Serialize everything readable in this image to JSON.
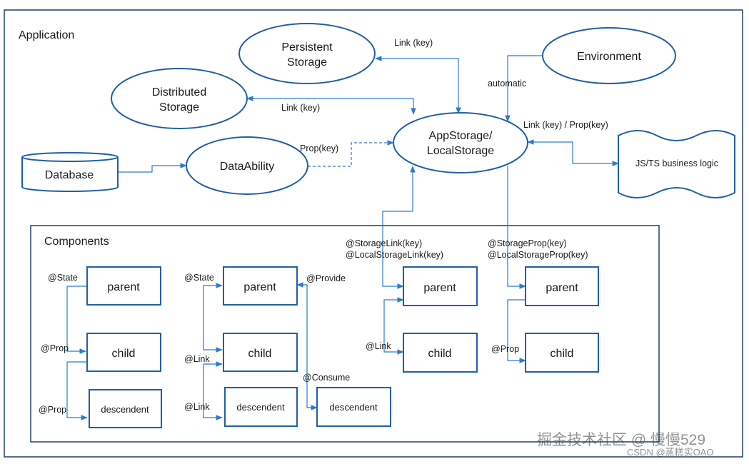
{
  "application_label": "Application",
  "components_label": "Components",
  "nodes": {
    "persistent_storage": [
      "Persistent",
      "Storage"
    ],
    "distributed_storage": [
      "Distributed",
      "Storage"
    ],
    "environment": "Environment",
    "database": "Database",
    "dataability": "DataAbility",
    "appstorage": [
      "AppStorage/",
      "LocalStorage"
    ],
    "business_logic": "JS/TS business logic"
  },
  "edge_labels": {
    "link_key_persistent": "Link (key)",
    "link_key_distributed": "Link (key)",
    "automatic": "automatic",
    "link_prop_business": "Link (key) / Prop(key)",
    "prop_key_dataability": "Prop(key)",
    "storage_link": [
      "@StorageLink(key)",
      "@LocalStorageLink(key)"
    ],
    "storage_prop": [
      "@StorageProp(key)",
      "@LocalStorageProp(key)"
    ]
  },
  "groups": [
    {
      "parent": "parent",
      "child": "child",
      "descendent": "descendent",
      "labels": [
        "@State",
        "@Prop",
        "@Prop"
      ]
    },
    {
      "parent": "parent",
      "child": "child",
      "descendent": "descendent",
      "labels": [
        "@State",
        "@Link",
        "@Link",
        "@Provide",
        "@Consume"
      ],
      "extra_descendent": "descendent"
    },
    {
      "parent": "parent",
      "child": "child",
      "labels": [
        "@Link"
      ]
    },
    {
      "parent": "parent",
      "child": "child",
      "labels": [
        "@Prop"
      ]
    }
  ],
  "watermark": {
    "main": "掘金技术社区 @ 慢慢529",
    "sub": "CSDN @蒸糕实OAO"
  }
}
